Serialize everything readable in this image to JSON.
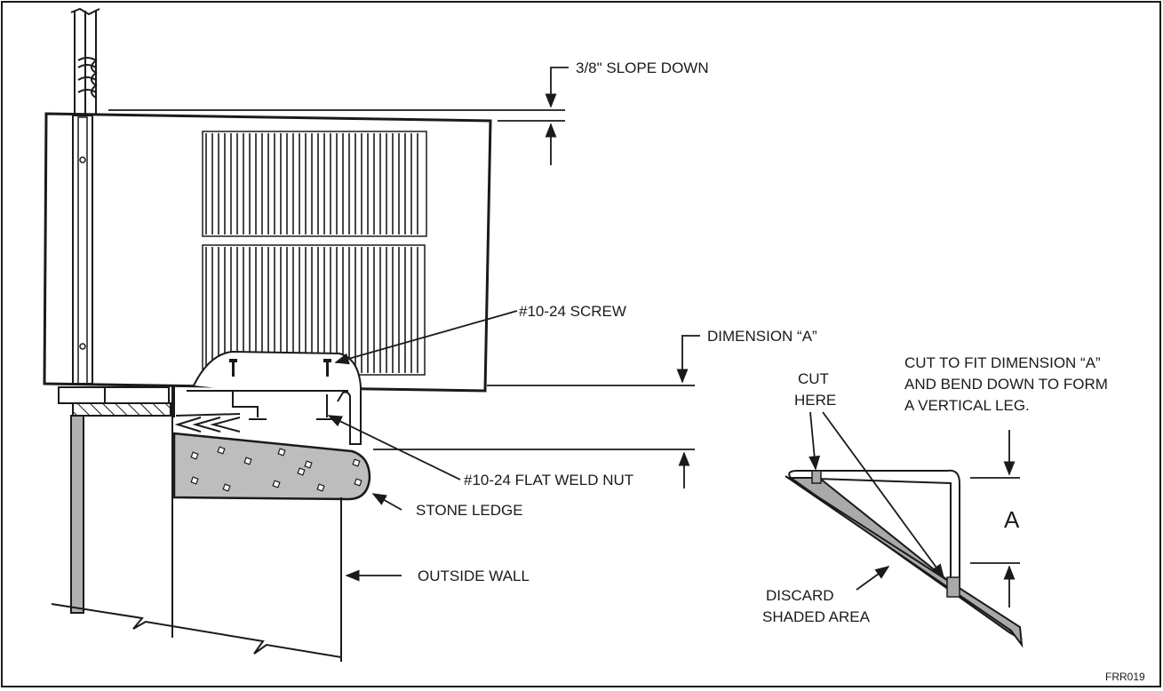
{
  "labels": {
    "slope_down": "3/8\" SLOPE DOWN",
    "screw": "#10-24 SCREW",
    "dimension_a": "DIMENSION “A”",
    "weld_nut": "#10-24 FLAT WELD NUT",
    "stone_ledge": "STONE LEDGE",
    "outside_wall": "OUTSIDE WALL",
    "cut_here_1": "CUT",
    "cut_here_2": "HERE",
    "cut_to_fit_1": "CUT TO FIT DIMENSION “A”",
    "cut_to_fit_2": "AND BEND DOWN TO FORM",
    "cut_to_fit_3": "A VERTICAL LEG.",
    "a_letter": "A",
    "discard_1": "DISCARD",
    "discard_2": "SHADED AREA",
    "figure_code": "FRR019"
  },
  "colors": {
    "line": "#1a1a1a",
    "stone": "#bdbdbd",
    "shade": "#a9a9a9",
    "wall_strip": "#b0b0b0"
  }
}
